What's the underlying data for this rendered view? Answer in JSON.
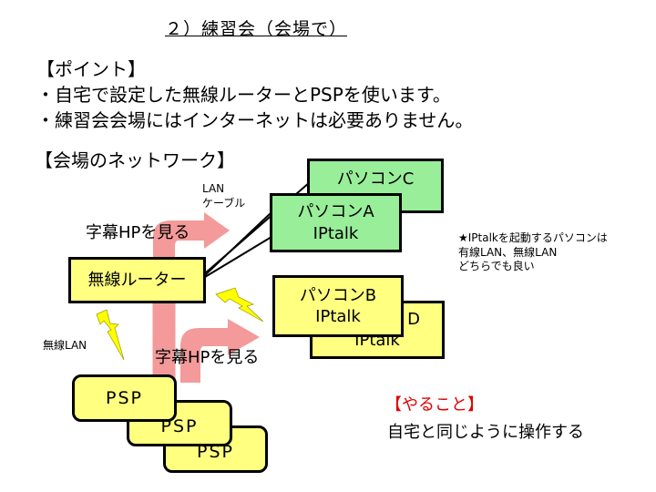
{
  "title": "２）練習会（会場で）",
  "points": {
    "heading": "【ポイント】",
    "items": [
      "・自宅で設定した無線ルーターとPSPを使います。",
      "・練習会会場にはインターネットは必要ありません。"
    ]
  },
  "network": {
    "heading": "【会場のネットワーク】",
    "lan_label": [
      "LAN",
      "ケーブル"
    ],
    "wireless_label": "無線LAN",
    "router_label": "無線ルーター",
    "arrow_caption_top": "字幕HPを見る",
    "arrow_caption_bottom": "字幕HPを見る",
    "pcs": [
      {
        "name": "パソコンC",
        "app": ""
      },
      {
        "name": "パソコンA",
        "app": "IPtalk"
      },
      {
        "name": "パソコンD",
        "app": "IPtalk"
      },
      {
        "name": "パソコンB",
        "app": "IPtalk"
      }
    ],
    "psps": [
      "PSP",
      "PSP",
      "PSP"
    ],
    "note": [
      "★IPtalkを起動するパソコンは",
      "有線LAN、無線LAN",
      "どちらでも良い"
    ]
  },
  "todo": {
    "heading": "【やること】",
    "text": "自宅と同じように操作する"
  },
  "colors": {
    "pc_wired": "#99ee99",
    "device": "#ffff80",
    "arrow": "#f49a9a",
    "lightning": "#ffff00",
    "todo_heading": "#e00000"
  }
}
